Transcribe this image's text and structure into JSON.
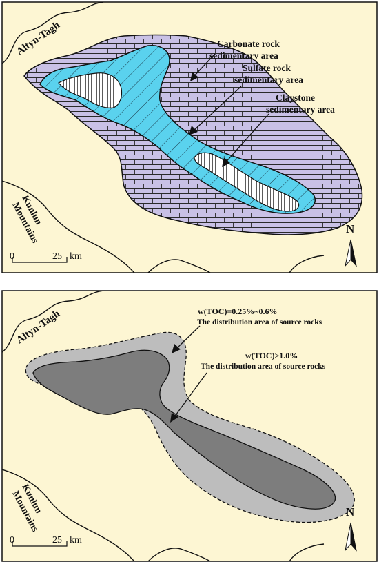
{
  "colors": {
    "background": "#fdf6d3",
    "carbonate": "#c9c1e6",
    "sulfate": "#5ad2ee",
    "claystone": "#ffffff",
    "toc_low": "#bdbdbd",
    "toc_high": "#7d7d7d",
    "line": "#111111"
  },
  "top_map": {
    "place_altyn": "Altyn-Tagh",
    "place_kunlun_1": "Kunlun",
    "place_kunlun_2": "Mountains",
    "label_carbonate_1": "Carbonate rock",
    "label_carbonate_2": "sedimentary area",
    "label_sulfate_1": "Sulfate rock",
    "label_sulfate_2": "sedimentary area",
    "label_claystone_1": "Claystone",
    "label_claystone_2": "sedimentary area",
    "scale_zero": "0",
    "scale_value": "25",
    "scale_unit": "km",
    "north": "N"
  },
  "bottom_map": {
    "place_altyn": "Altyn-Tagh",
    "place_kunlun_1": "Kunlun",
    "place_kunlun_2": "Mountains",
    "label_low_1": "w(TOC)=0.25%~0.6%",
    "label_low_2": "The distribution  area of source rocks",
    "label_high_1": "w(TOC)>1.0%",
    "label_high_2": "The distribution  area of source rocks",
    "scale_zero": "0",
    "scale_value": "25",
    "scale_unit": "km",
    "north": "N"
  }
}
